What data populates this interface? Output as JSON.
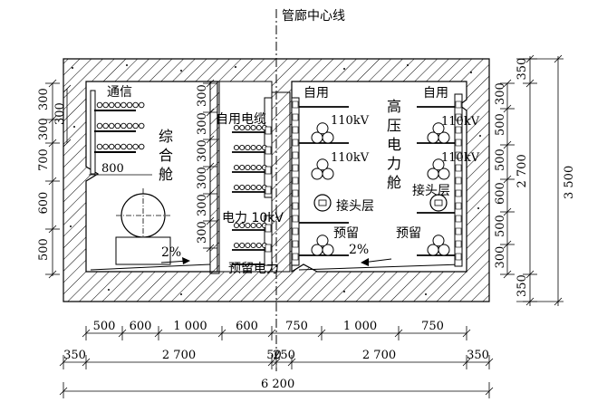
{
  "centerline_label": "管廊中心线",
  "compartments": {
    "comprehensive": {
      "name": "综合舱",
      "chars": [
        "综",
        "合",
        "舱"
      ]
    },
    "high_voltage": {
      "name": "高压电力舱",
      "chars": [
        "高",
        "压",
        "电",
        "力",
        "舱"
      ]
    }
  },
  "labels": {
    "comm": "通信",
    "comm_width": "800",
    "self_use_cable": "自用电缆",
    "power_10kv": "电力 10kV",
    "reserved_power": "预留电力",
    "slope_left": "2%",
    "slope_right": "2%",
    "self_use_mid": "自用",
    "self_use_right": "自用",
    "kv110_a": "110kV",
    "kv110_b": "110kV",
    "kv110_c": "110kV",
    "kv110_d": "110kV",
    "joint_a": "接头层",
    "joint_b": "接头层",
    "reserved_a": "预留",
    "reserved_b": "预留"
  },
  "dims": {
    "left_vertical": [
      "300",
      "300",
      "700",
      "600",
      "500"
    ],
    "left_inner": "300",
    "midleft_vertical": [
      "300",
      "300",
      "300",
      "300",
      "300",
      "300"
    ],
    "midright_vertical": [
      "300",
      "500",
      "500",
      "600",
      "500",
      "300"
    ],
    "right_inner": [
      "350",
      "2 700",
      "350"
    ],
    "right_outer": "3 500",
    "bottom_row1": [
      "500",
      "600",
      "1 000",
      "600",
      "750",
      "1 000",
      "750"
    ],
    "bottom_row2": [
      "350",
      "2 700",
      "50",
      "250",
      "2 700",
      "350"
    ],
    "bottom_total": "6 200"
  }
}
